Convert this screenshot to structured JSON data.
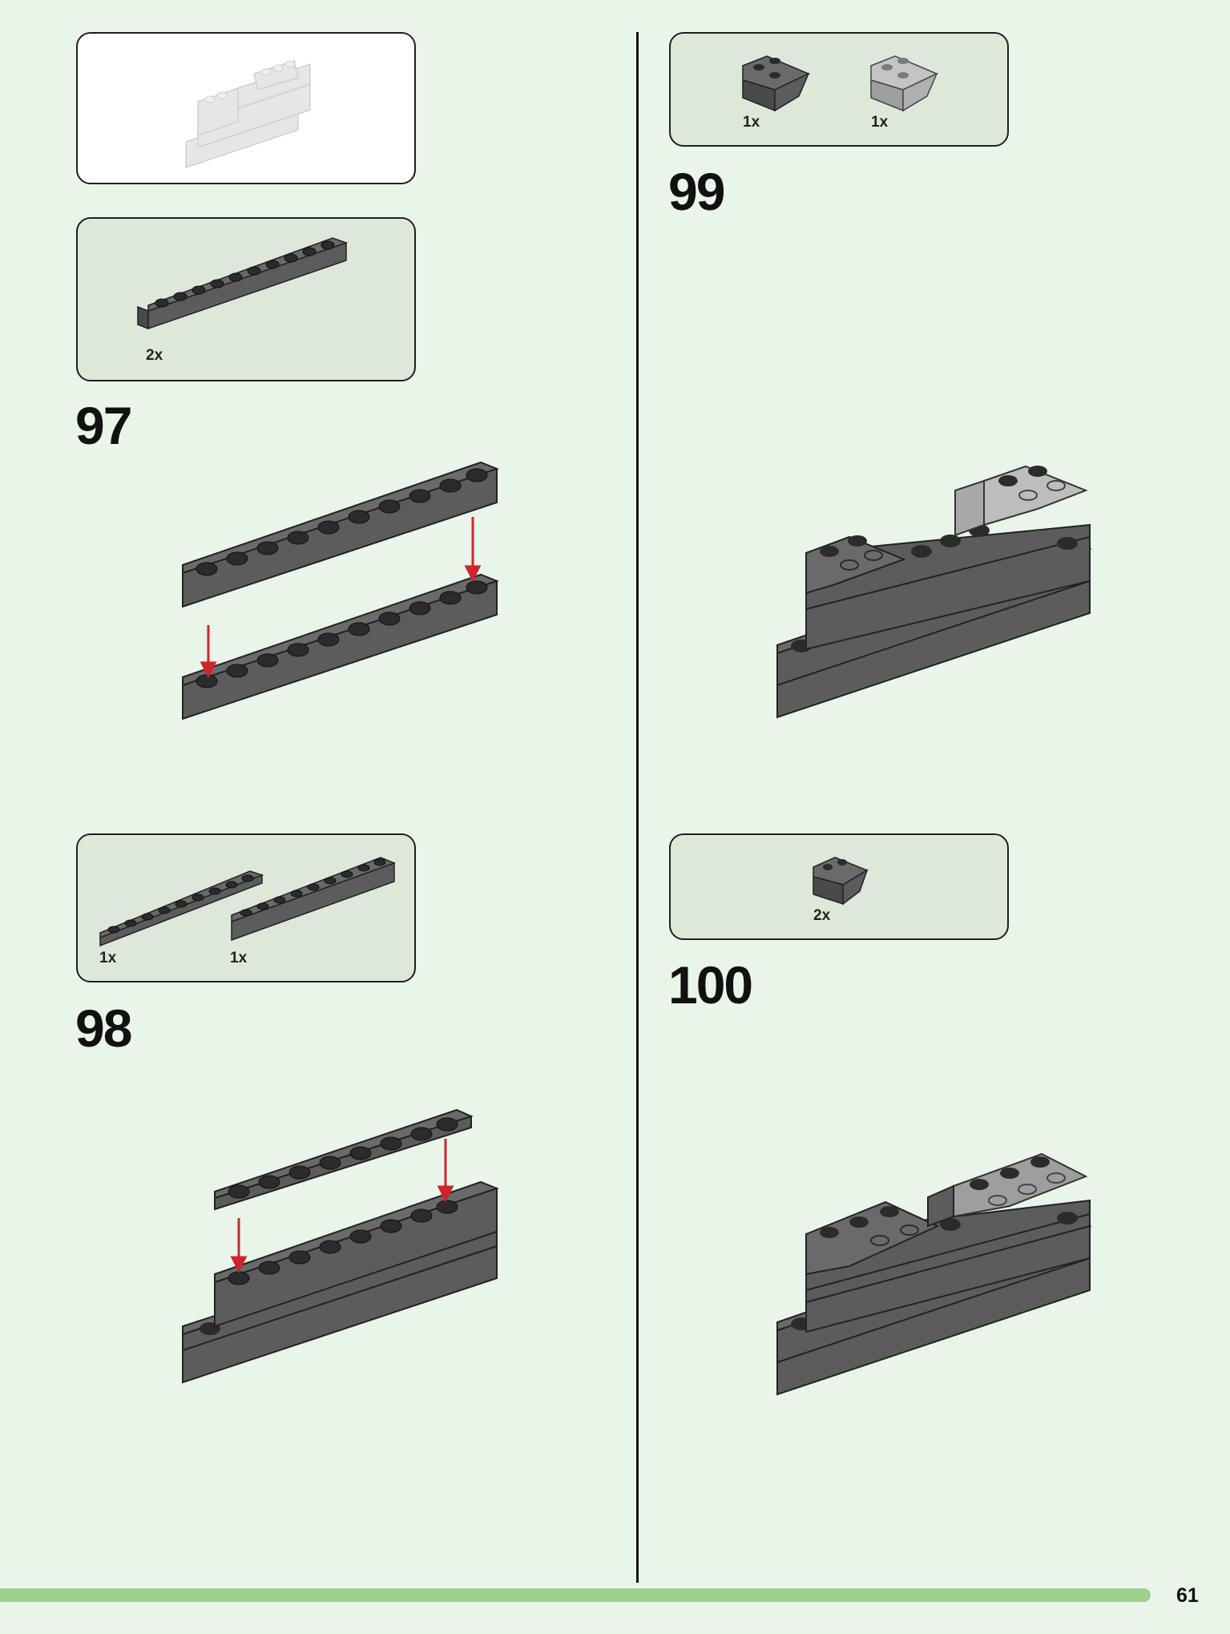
{
  "page_number": "61",
  "steps": {
    "s97": "97",
    "s98": "98",
    "s99": "99",
    "s100": "100"
  },
  "parts": {
    "s97_qty": "2x",
    "s98_qty_a": "1x",
    "s98_qty_b": "1x",
    "s99_qty_a": "1x",
    "s99_qty_b": "1x",
    "s100_qty": "2x"
  },
  "colors": {
    "page_bg": "#eaf5ea",
    "panel_bg": "#dde8da",
    "brick_dark": "#5c5c5c",
    "brick_light": "#a7a7a7",
    "arrow": "#d0242c",
    "progress": "#9fcf8f"
  }
}
